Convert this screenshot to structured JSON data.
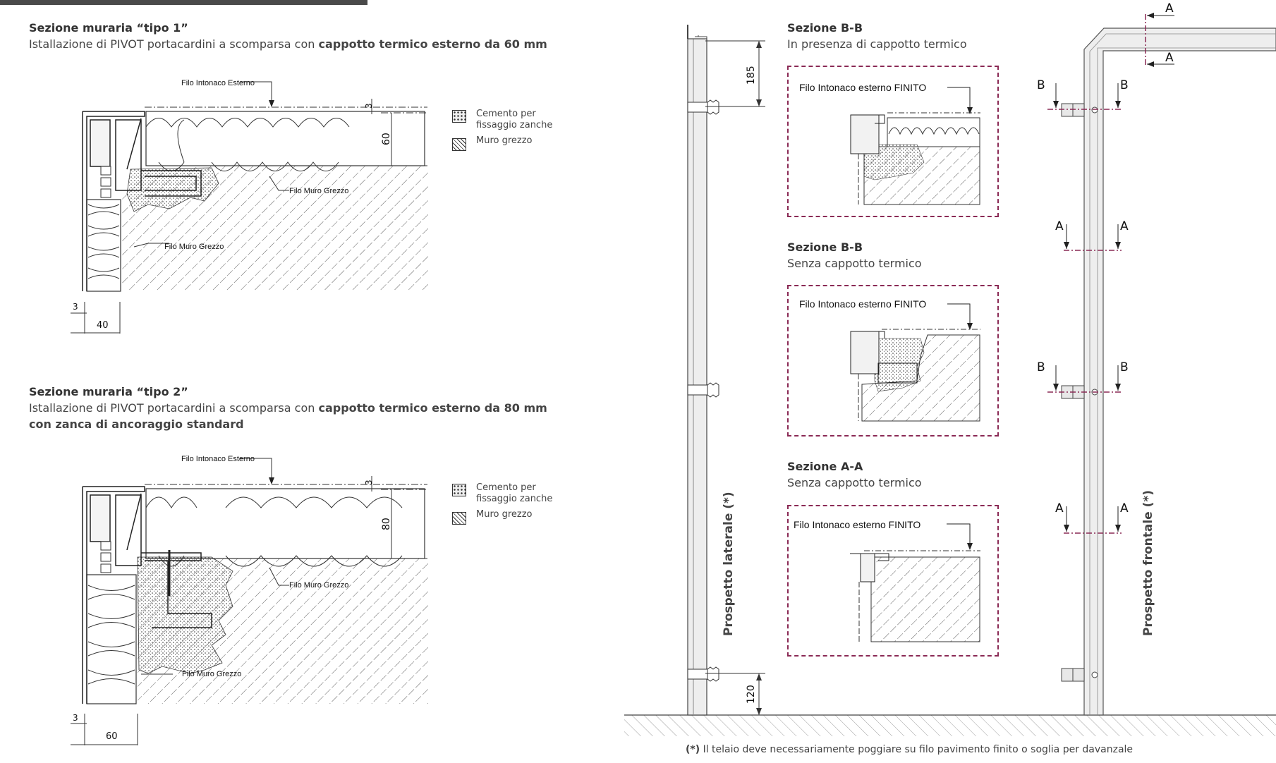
{
  "tipo1": {
    "title": "Sezione muraria “tipo 1”",
    "desc_plain": "Istallazione di PIVOT portacardini a scomparsa con ",
    "desc_bold": "cappotto termico esterno da 60 mm",
    "label_intonaco": "Filo Intonaco Esterno",
    "label_muro1": "Filo Muro Grezzo",
    "label_muro2": "Filo Muro Grezzo",
    "dim_3_top": "3",
    "dim_thickness": "60",
    "dim_3_bottom": "3",
    "dim_bottom": "40"
  },
  "tipo2": {
    "title": "Sezione muraria “tipo 2”",
    "desc_plain": "Istallazione di PIVOT portacardini a scomparsa con ",
    "desc_bold_1": "cappotto termico esterno da 80 mm",
    "desc_bold_2": "con zanca di ancoraggio standard",
    "label_intonaco": "Filo Intonaco Esterno",
    "label_muro1": "Filo Muro Grezzo",
    "label_muro2": "Filo Muro Grezzo",
    "dim_3_top": "3",
    "dim_thickness": "80",
    "dim_3_bottom": "3",
    "dim_bottom": "60"
  },
  "legend": {
    "cemento_1": "Cemento per",
    "cemento_2": "fissaggio zanche",
    "muro": "Muro grezzo"
  },
  "prospetto_laterale": {
    "label": "Prospetto laterale (*)",
    "dim_top": "185",
    "dim_bottom": "120"
  },
  "sections": [
    {
      "title": "Sezione B-B",
      "subtitle": "In presenza di cappotto termico",
      "label": "Filo Intonaco esterno FINITO"
    },
    {
      "title": "Sezione B-B",
      "subtitle": "Senza cappotto termico",
      "label": "Filo Intonaco esterno FINITO"
    },
    {
      "title": "Sezione A-A",
      "subtitle": "Senza cappotto termico",
      "label": "Filo Intonaco esterno FINITO"
    }
  ],
  "prospetto_frontale": {
    "label": "Prospetto frontale (*)",
    "letters": {
      "a": "A",
      "b": "B"
    }
  },
  "footnote": {
    "marker": "(*)",
    "text": " Il telaio deve necessariamente poggiare su filo pavimento finito o soglia per davanzale"
  },
  "colors": {
    "section_box": "#8a2a55",
    "text": "#333333",
    "line": "#222222"
  }
}
